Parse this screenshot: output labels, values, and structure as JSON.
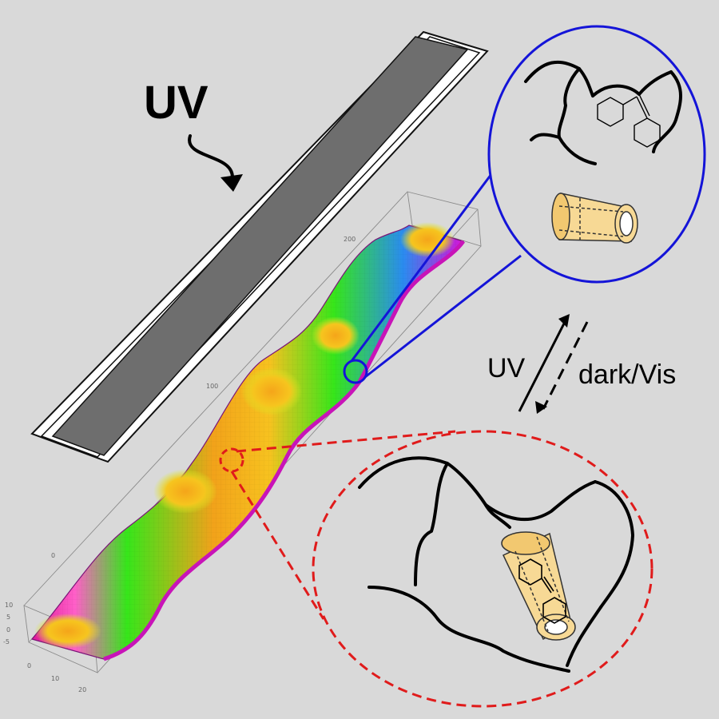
{
  "labels": {
    "uv_big": "UV",
    "uv_small": "UV",
    "dark_vis": "dark/Vis"
  },
  "plot_ticks": {
    "z": [
      "10",
      "5",
      "0",
      "-5"
    ],
    "x": [
      "0",
      "10",
      "20"
    ],
    "y": [
      "0",
      "100",
      "200"
    ]
  },
  "colors": {
    "background": "#d9d9d9",
    "mask_dark": "#6e6e6e",
    "zoom_active": "#1414d8",
    "zoom_inactive": "#e01b1b",
    "cyclodextrin_fill": "#f7d995",
    "ribbon_peak": "#f2a21a",
    "ribbon_mid": "#36e61a",
    "ribbon_edge": "#e0189a"
  },
  "icons": [
    "curved-arrow-icon",
    "reversible-arrows-icon",
    "cyclodextrin-cone-icon",
    "azobenzene-icon"
  ]
}
